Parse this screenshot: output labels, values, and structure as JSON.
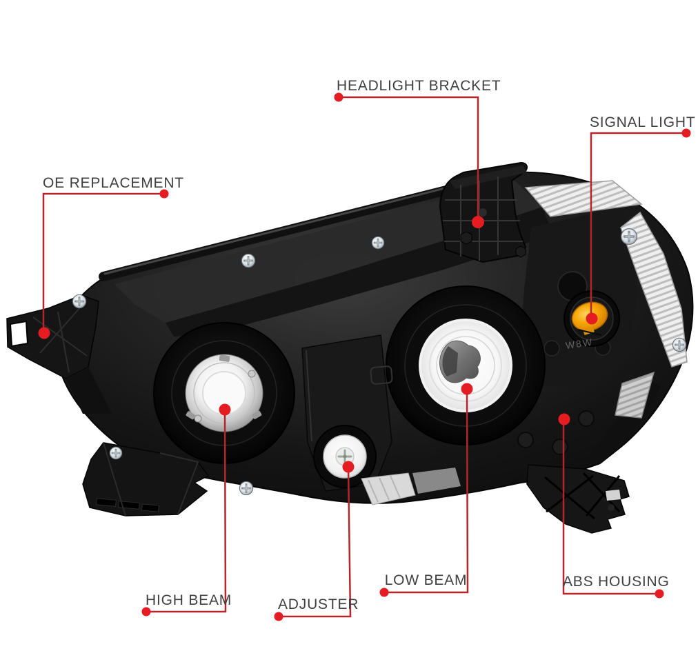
{
  "page": {
    "background_color": "#ffffff"
  },
  "product": {
    "description": "Rear view of an OE replacement headlight assembly with labeled parts",
    "bulb_marking": "W8W",
    "colors": {
      "housing_black": "#161616",
      "signal_amber": "#f29c05",
      "chrome_socket": "#e6e6e6",
      "beam_white": "#f7f7f7"
    }
  },
  "callouts": {
    "line_color": "#b4262b",
    "dot_color": "#e51d23",
    "text_color": "#3f3f3f",
    "items": [
      {
        "id": "headlight-bracket",
        "label": "HEADLIGHT BRACKET"
      },
      {
        "id": "signal-light",
        "label": "SIGNAL LIGHT"
      },
      {
        "id": "oe-replacement",
        "label": "OE REPLACEMENT"
      },
      {
        "id": "high-beam",
        "label": "HIGH BEAM"
      },
      {
        "id": "adjuster",
        "label": "ADJUSTER"
      },
      {
        "id": "low-beam",
        "label": "LOW BEAM"
      },
      {
        "id": "abs-housing",
        "label": "ABS HOUSING"
      }
    ]
  }
}
